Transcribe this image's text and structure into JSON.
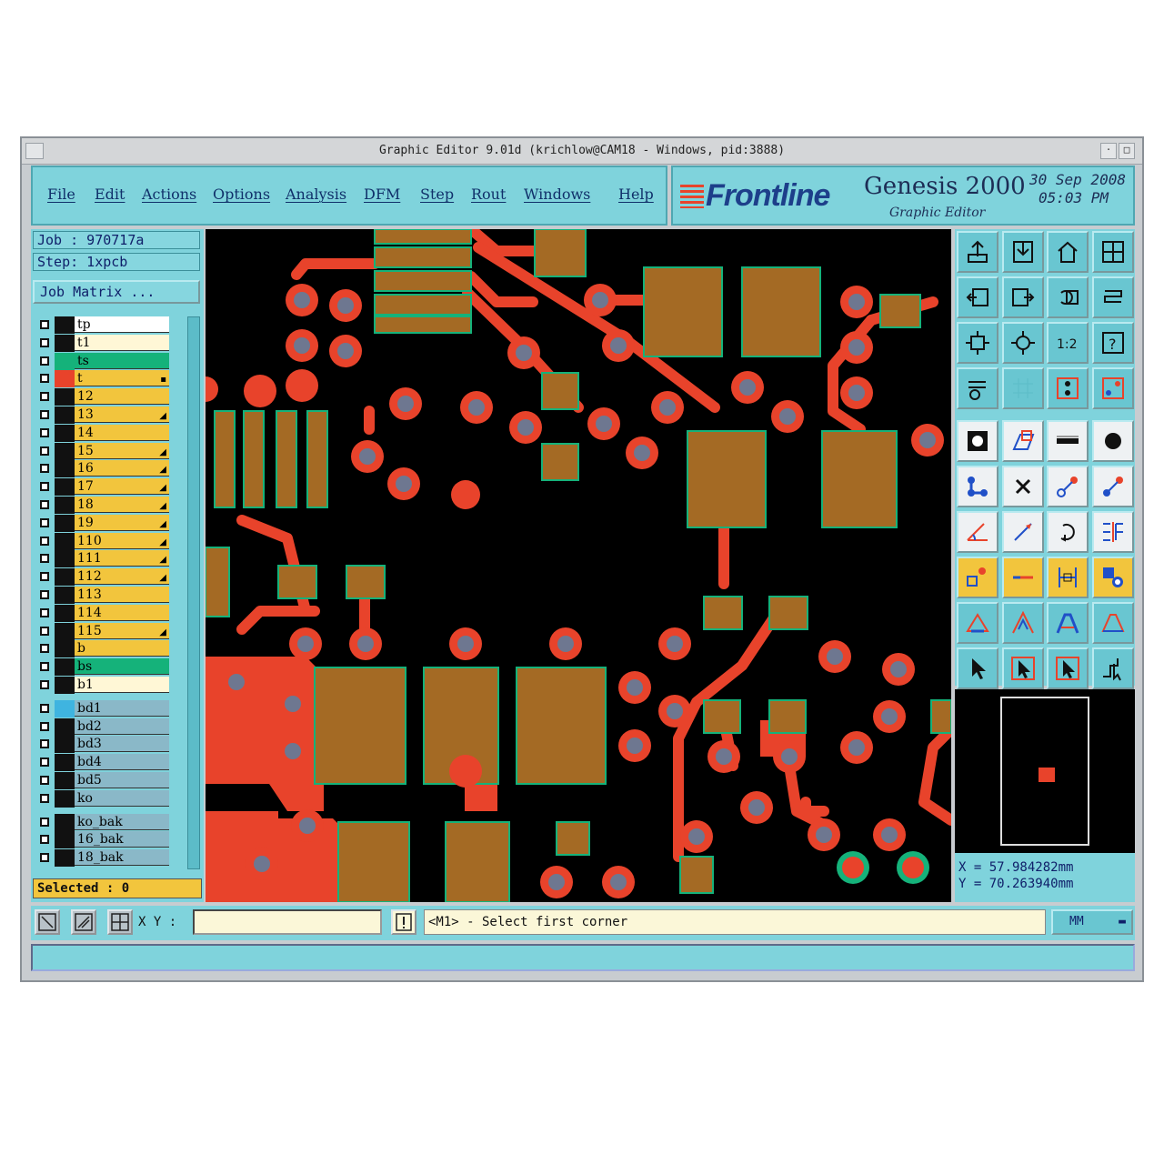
{
  "window": {
    "title": "Graphic Editor 9.01d (krichlow@CAM18 - Windows, pid:3888)"
  },
  "menu": [
    "File",
    "Edit",
    "Actions",
    "Options",
    "Analysis",
    "DFM",
    "Step",
    "Rout",
    "Windows",
    "Help"
  ],
  "brand": {
    "logo": "Frontline",
    "product": "Genesis 2000",
    "subtitle": "Graphic Editor",
    "date": "30 Sep 2008",
    "time": "05:03 PM"
  },
  "job": {
    "job_label": "Job : 970717a",
    "step_label": "Step: 1xpcb",
    "matrix_button": "Job Matrix ..."
  },
  "layers": [
    {
      "name": "tp",
      "color": "#ffffff",
      "sw": "#111111",
      "mark": ""
    },
    {
      "name": "t1",
      "color": "#fff7d6",
      "sw": "#111111",
      "mark": ""
    },
    {
      "name": "ts",
      "color": "#15b27a",
      "sw": "#15b27a",
      "mark": ""
    },
    {
      "name": "t",
      "color": "#f2c53d",
      "sw": "#e8432b",
      "mark": "▪"
    },
    {
      "name": "12",
      "color": "#f2c53d",
      "sw": "#111111",
      "mark": ""
    },
    {
      "name": "13",
      "color": "#f2c53d",
      "sw": "#111111",
      "mark": "◢"
    },
    {
      "name": "14",
      "color": "#f2c53d",
      "sw": "#111111",
      "mark": ""
    },
    {
      "name": "15",
      "color": "#f2c53d",
      "sw": "#111111",
      "mark": "◢"
    },
    {
      "name": "16",
      "color": "#f2c53d",
      "sw": "#111111",
      "mark": "◢"
    },
    {
      "name": "17",
      "color": "#f2c53d",
      "sw": "#111111",
      "mark": "◢"
    },
    {
      "name": "18",
      "color": "#f2c53d",
      "sw": "#111111",
      "mark": "◢"
    },
    {
      "name": "19",
      "color": "#f2c53d",
      "sw": "#111111",
      "mark": "◢"
    },
    {
      "name": "110",
      "color": "#f2c53d",
      "sw": "#111111",
      "mark": "◢"
    },
    {
      "name": "111",
      "color": "#f2c53d",
      "sw": "#111111",
      "mark": "◢"
    },
    {
      "name": "112",
      "color": "#f2c53d",
      "sw": "#111111",
      "mark": "◢"
    },
    {
      "name": "113",
      "color": "#f2c53d",
      "sw": "#111111",
      "mark": ""
    },
    {
      "name": "114",
      "color": "#f2c53d",
      "sw": "#111111",
      "mark": ""
    },
    {
      "name": "115",
      "color": "#f2c53d",
      "sw": "#111111",
      "mark": "◢"
    },
    {
      "name": "b",
      "color": "#f2c53d",
      "sw": "#111111",
      "mark": ""
    },
    {
      "name": "bs",
      "color": "#15b27a",
      "sw": "#111111",
      "mark": ""
    },
    {
      "name": "b1",
      "color": "#fff7d6",
      "sw": "#111111",
      "mark": ""
    },
    {
      "name": "bd1",
      "color": "#8ab8c8",
      "sw": "#3fb4e0",
      "mark": ""
    },
    {
      "name": "bd2",
      "color": "#8ab8c8",
      "sw": "#111111",
      "mark": ""
    },
    {
      "name": "bd3",
      "color": "#8ab8c8",
      "sw": "#111111",
      "mark": ""
    },
    {
      "name": "bd4",
      "color": "#8ab8c8",
      "sw": "#111111",
      "mark": ""
    },
    {
      "name": "bd5",
      "color": "#8ab8c8",
      "sw": "#111111",
      "mark": ""
    },
    {
      "name": "ko",
      "color": "#8ab8c8",
      "sw": "#111111",
      "mark": ""
    },
    {
      "name": "ko_bak",
      "color": "#8ab8c8",
      "sw": "#111111",
      "mark": ""
    },
    {
      "name": "16_bak",
      "color": "#8ab8c8",
      "sw": "#111111",
      "mark": ""
    },
    {
      "name": "18_bak",
      "color": "#8ab8c8",
      "sw": "#111111",
      "mark": ""
    }
  ],
  "selected_label": "Selected : 0",
  "coords": {
    "x": "X = 57.984282mm",
    "y": "Y = 70.263940mm"
  },
  "status": {
    "xy_label": "X Y :",
    "xy_value": "",
    "message": "<M1> - Select first corner",
    "unit": "MM"
  },
  "colors": {
    "copper": "#e8432b",
    "pad": "#a46a24",
    "pad_outline": "#15b27a",
    "via_hole": "#6e7790",
    "panel": "#7fd3dc"
  },
  "tool_icons": [
    "zoom-home-icon",
    "zoom-in-icon",
    "house-icon",
    "panels-icon",
    "zoom-left-icon",
    "zoom-right-icon",
    "undo-view-icon",
    "redraw-icon",
    "fit-all-icon",
    "fit-profile-icon",
    "one-to-one-icon",
    "help-icon",
    "layer-props-icon",
    "grid-icon",
    "snap-red-icon",
    "snap-blue-icon",
    "pad-select-icon",
    "shape-icon",
    "line-icon",
    "circle-icon",
    "node-icon",
    "delete-icon",
    "connect-icon",
    "connect2-icon",
    "angle-icon",
    "arrow-line-icon",
    "rotate-icon",
    "mirror-icon",
    "measure-icon",
    "dash-icon",
    "gap-icon",
    "group-icon",
    "triangle-icon",
    "triangle2-icon",
    "triangle3-icon",
    "triangle4-icon",
    "pointer-icon",
    "pointer2-icon",
    "pointer3-icon",
    "route-icon"
  ]
}
